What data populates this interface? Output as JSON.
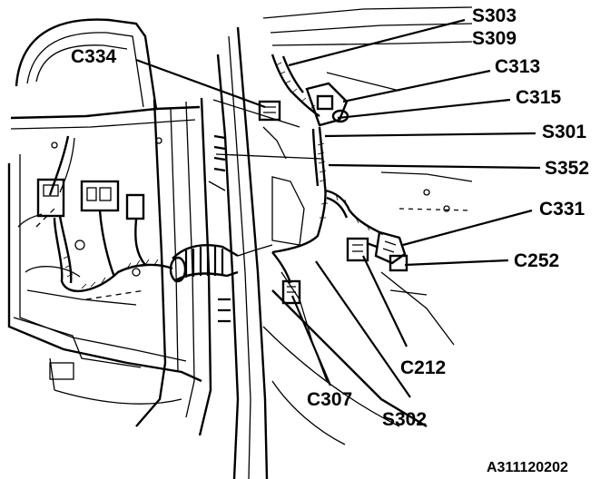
{
  "labels": {
    "s303": "S303",
    "s309": "S309",
    "c313": "C313",
    "c315": "C315",
    "s301": "S301",
    "s352": "S352",
    "c331": "C331",
    "c252": "C252",
    "c334": "C334",
    "c212": "C212",
    "c307": "C307",
    "s302": "S302"
  },
  "figure_id": "A311120202"
}
